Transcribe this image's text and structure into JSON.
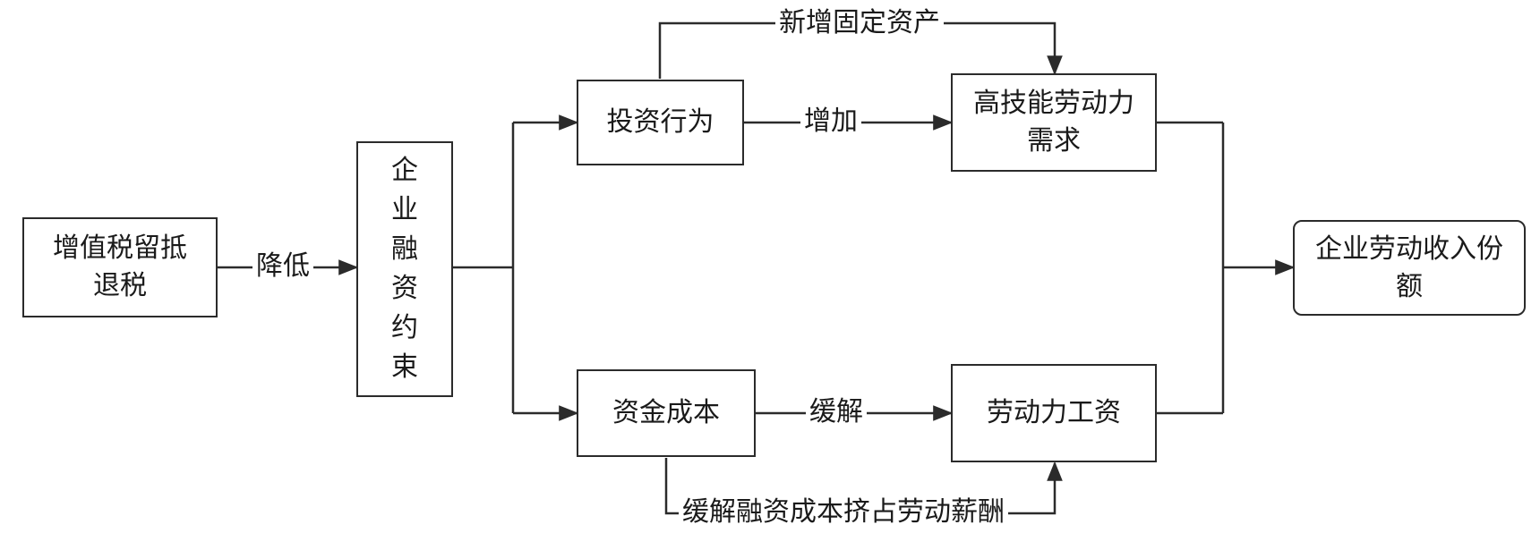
{
  "nodes": {
    "vat_refund": "增值税留抵退税",
    "financing_constraint": "企业融资约束",
    "investment_behavior": "投资行为",
    "capital_cost": "资金成本",
    "high_skill_demand": "高技能劳动力需求",
    "labor_wage": "劳动力工资",
    "labor_income_share": "企业劳动收入份额"
  },
  "edges": {
    "reduce": "降低",
    "increase": "增加",
    "new_fixed_assets": "新增固定资产",
    "alleviate": "缓解",
    "alleviate_crowding": "缓解融资成本挤占劳动薪酬"
  },
  "colors": {
    "stroke": "#2b2b2b",
    "background": "#ffffff",
    "text": "#1a1a1a"
  }
}
